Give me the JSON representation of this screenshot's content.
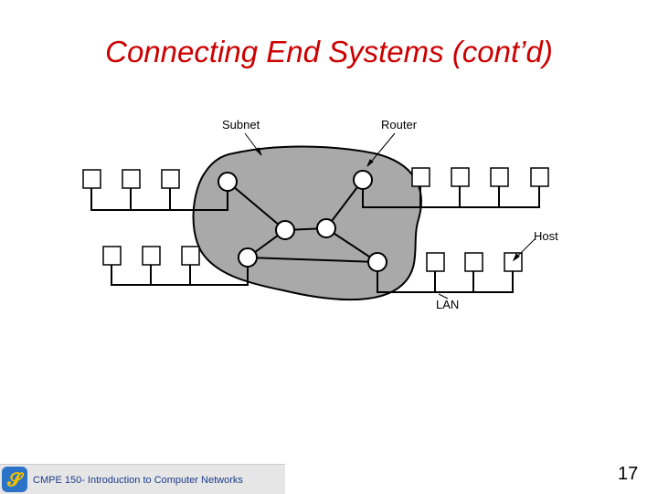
{
  "slide": {
    "title": "Connecting End Systems (cont’d)",
    "footer": "CMPE 150- Introduction to Computer Networks",
    "page_number": "17"
  },
  "diagram": {
    "labels": {
      "subnet": "Subnet",
      "router": "Router",
      "host": "Host",
      "lan": "LAN"
    }
  }
}
